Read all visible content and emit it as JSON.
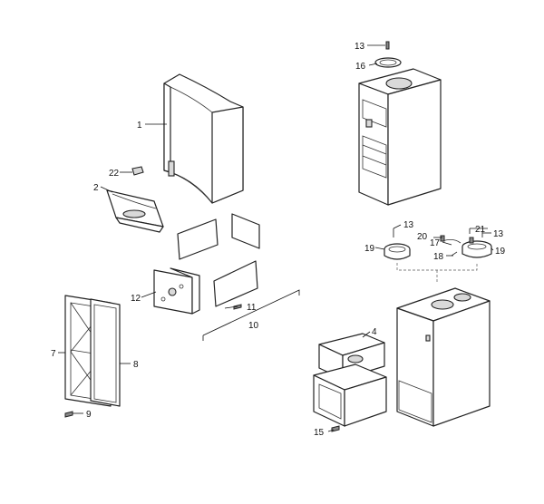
{
  "callouts": [
    {
      "id": "c1",
      "text": "1"
    },
    {
      "id": "c2",
      "text": "2"
    },
    {
      "id": "c4",
      "text": "4"
    },
    {
      "id": "c7",
      "text": "7"
    },
    {
      "id": "c8",
      "text": "8"
    },
    {
      "id": "c9",
      "text": "9"
    },
    {
      "id": "c10",
      "text": "10"
    },
    {
      "id": "c11",
      "text": "11"
    },
    {
      "id": "c12",
      "text": "12"
    },
    {
      "id": "c13a",
      "text": "13"
    },
    {
      "id": "c13b",
      "text": "13"
    },
    {
      "id": "c13c",
      "text": "13"
    },
    {
      "id": "c15",
      "text": "15"
    },
    {
      "id": "c16",
      "text": "16"
    },
    {
      "id": "c17",
      "text": "17"
    },
    {
      "id": "c18",
      "text": "18"
    },
    {
      "id": "c19a",
      "text": "19"
    },
    {
      "id": "c19b",
      "text": "19"
    },
    {
      "id": "c20",
      "text": "20"
    },
    {
      "id": "c21",
      "text": "21"
    },
    {
      "id": "c22",
      "text": "22"
    }
  ]
}
